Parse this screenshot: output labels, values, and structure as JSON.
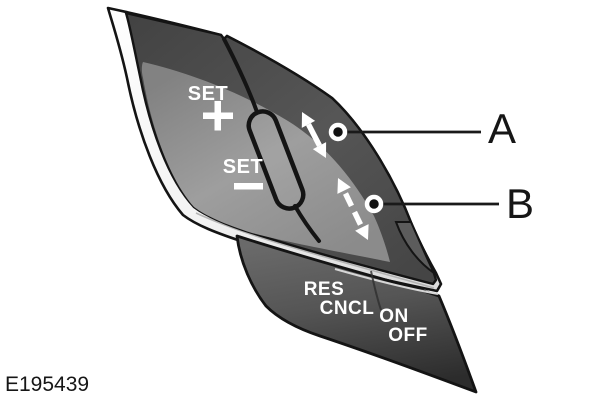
{
  "figure": {
    "code": "E195439",
    "subject": "steering-wheel-cruise-control-switch-illustration"
  },
  "callouts": {
    "a": {
      "label": "A",
      "marker": "callout-dot",
      "pointer": "leader-line"
    },
    "b": {
      "label": "B",
      "marker": "callout-dot",
      "pointer": "leader-line"
    }
  },
  "buttons": {
    "set_increase": {
      "label": "SET",
      "symbol_icon": "plus-icon"
    },
    "set_decrease": {
      "label": "SET",
      "symbol_icon": "minus-icon"
    },
    "resume": {
      "label": "RES"
    },
    "cancel": {
      "label": "CNCL"
    },
    "on": {
      "label": "ON"
    },
    "off": {
      "label": "OFF"
    }
  },
  "icons": {
    "gap_solid_arrow": "solid-double-arrow-icon",
    "gap_dashed_arrow": "dashed-double-arrow-icon"
  },
  "colors": {
    "background": "#ffffff",
    "outline": "#141414",
    "housing_dark": "#4e4e4e",
    "button_face": "#949494",
    "chrome_trim": "#f6f6f6",
    "lower_pod_top": "#646464",
    "lower_pod_bottom": "#2c2c2c",
    "button_text": "#ffffff",
    "callout_text": "#161616"
  }
}
